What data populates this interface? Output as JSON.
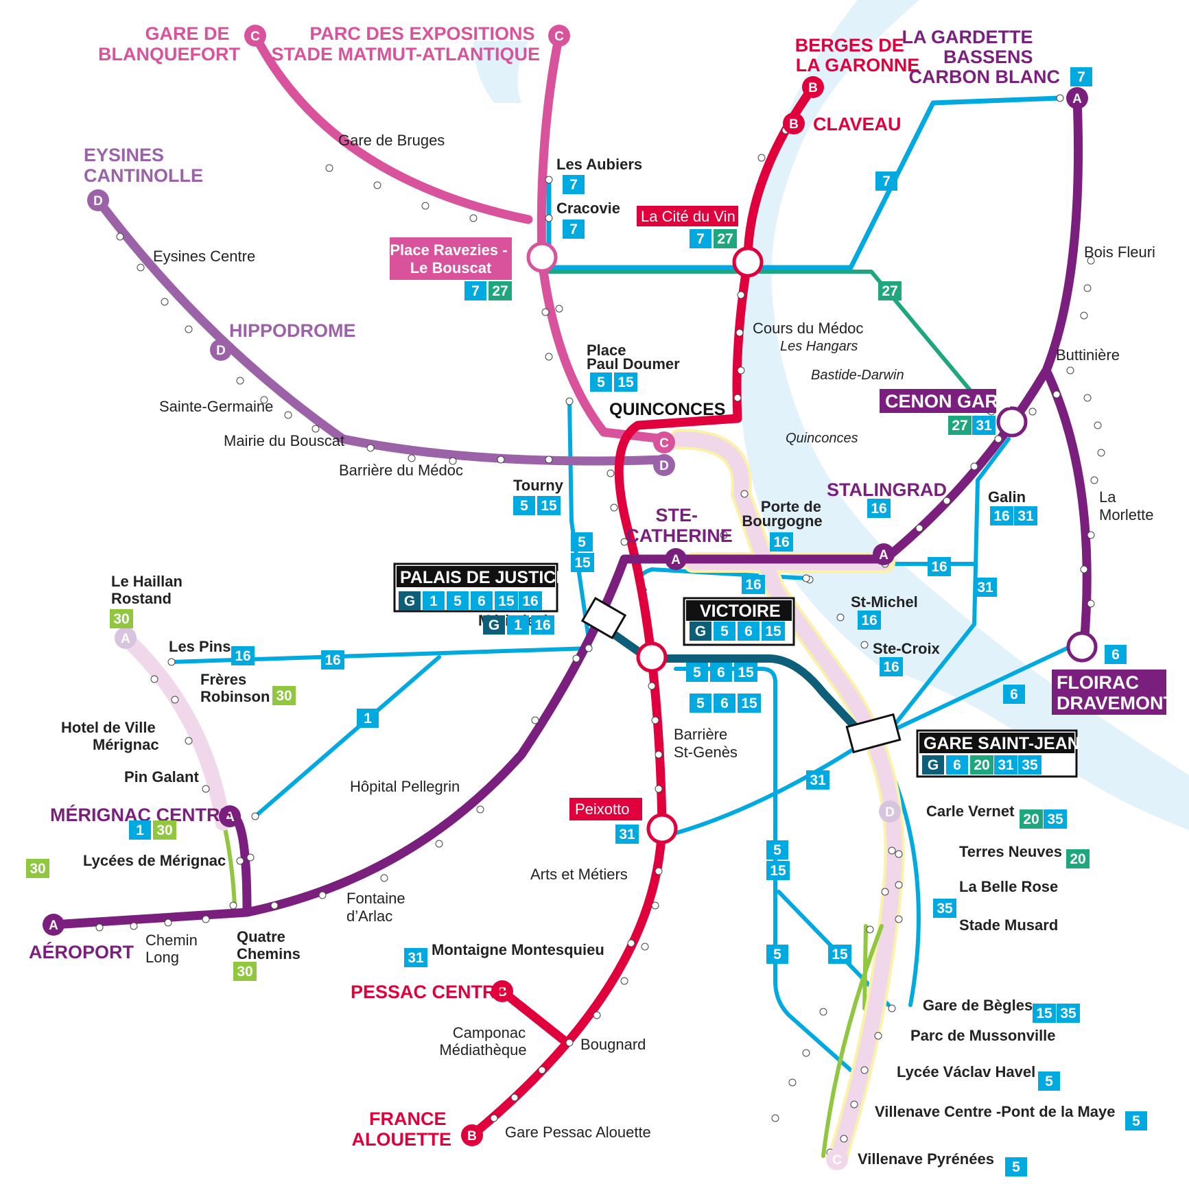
{
  "colors": {
    "tram_a": "#7a1f7e",
    "tram_b": "#e0003c",
    "tram_c": "#d8539b",
    "tram_d": "#9b62a8",
    "bus_blue": "#00a9e0",
    "bus_green": "#1ea77f",
    "bus_lime": "#8fc73e",
    "bus_g": "#0c5e79",
    "river": "#e1f2fb",
    "tram_train": "#f0d7e9"
  },
  "terminals": {
    "gare_blanquefort": "GARE DE|BLANQUEFORT",
    "parc_expositions": "PARC DES EXPOSITIONS|STADE MATMUT-ATLANTIQUE",
    "berges_garonne": "BERGES DE|LA GARONNE",
    "claveau": "CLAVEAU",
    "la_gardette": "LA GARDETTE|BASSENS|CARBON BLANC",
    "eysines_cantinolle": "EYSINES|CANTINOLLE",
    "hippodrome": "HIPPODROME",
    "cenon_gare": "CENON GARE",
    "stalingrad": "STALINGRAD",
    "ste_catherine": "STE-|CATHERINE",
    "floirac_dravemont": "FLOIRAC|DRAVEMONT",
    "merignac_centre": "MÉRIGNAC CENTRE",
    "aeroport": "AÉROPORT",
    "pessac_centre": "PESSAC CENTRE",
    "france_alouette": "FRANCE|ALOUETTE",
    "la_cite_du_vin": "La Cité du Vin",
    "place_ravezies": "Place Ravezies -|Le Bouscat",
    "peixotto": "Peixotto"
  },
  "hubs": {
    "quinconces": "QUINCONCES",
    "palais_justice": "PALAIS DE JUSTICE",
    "victoire": "VICTOIRE",
    "gare_saint_jean": "GARE SAINT-JEAN"
  },
  "stations": {
    "gare_de_bruges": "Gare de Bruges",
    "les_aubiers": "Les Aubiers",
    "cracovie": "Cracovie",
    "eysines_centre": "Eysines Centre",
    "bois_fleuri": "Bois Fleuri",
    "cours_du_medoc": "Cours du Médoc",
    "les_hangars": "Les Hangars",
    "bastide_darwin": "Bastide-Darwin",
    "quinconces_boat": "Quinconces",
    "buttiniere": "Buttinière",
    "place_paul_doumer": "Place|Paul Doumer",
    "sainte_germaine": "Sainte-Germaine",
    "mairie_bouscat": "Mairie du Bouscat",
    "barriere_medoc": "Barrière du Médoc",
    "tourny": "Tourny",
    "porte_bourgogne": "Porte de|Bourgogne",
    "galin": "Galin",
    "la_morlette": "La|Morlette",
    "le_haillan": "Le Haillan|Rostand",
    "les_pins": "Les Pins",
    "meriadeck": "Mériadeck",
    "st_michel": "St-Michel",
    "ste_croix": "Ste-Croix",
    "freres_robinson": "Frères|Robinson",
    "hotel_ville": "Hotel de Ville|Mérignac",
    "pin_galant": "Pin Galant",
    "barriere_st_genes": "Barrière|St-Genès",
    "hopital_pellegrin": "Hôpital Pellegrin",
    "carle_vernet": "Carle Vernet",
    "terres_neuves": "Terres Neuves",
    "la_belle_rose": "La Belle Rose",
    "stade_musard": "Stade Musard",
    "lycees_merignac": "Lycées de Mérignac",
    "arts_metiers": "Arts et Métiers",
    "fontaine_arlac": "Fontaine|d’Arlac",
    "chemin_long": "Chemin|Long",
    "quatre_chemins": "Quatre|Chemins",
    "montaigne": "Montaigne Montesquieu",
    "gare_begles": "Gare de Bègles",
    "parc_mussonville": "Parc de Mussonville",
    "camponac": "Camponac|Médiathèque",
    "bougnard": "Bougnard",
    "lycee_havel": "Lycée Václav Havel",
    "villenave_centre": "Villenave Centre -Pont de la Maye",
    "gare_pessac": "Gare Pessac Alouette",
    "villenave_pyrenees": "Villenave Pyrénées"
  },
  "route_labels": {
    "r7": "7",
    "r27": "27",
    "r16": "16",
    "r31": "31",
    "r5": "5",
    "r15": "15",
    "r1": "1",
    "r6": "6",
    "r35": "35",
    "r20": "20",
    "rG": "G",
    "r30": "30"
  },
  "line_letters": {
    "a": "A",
    "b": "B",
    "c": "C",
    "d": "D"
  }
}
